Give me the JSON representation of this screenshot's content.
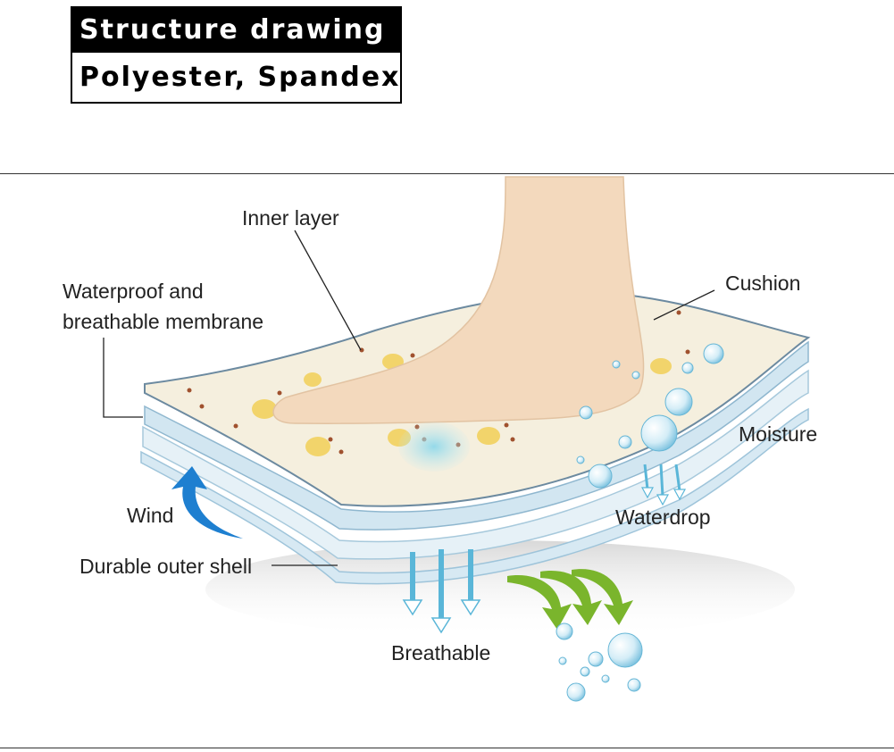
{
  "header": {
    "title": "Structure drawing",
    "subtitle": "Polyester, Spandex"
  },
  "labels": {
    "inner_layer": "Inner layer",
    "membrane_line1": "Waterproof and",
    "membrane_line2": "breathable membrane",
    "cushion": "Cushion",
    "moisture": "Moisture",
    "wind": "Wind",
    "waterdrop": "Waterdrop",
    "outer_shell": "Durable outer shell",
    "breathable": "Breathable"
  },
  "colors": {
    "title_bg": "#000000",
    "wind_arrow": "#1e7fd0",
    "green_arrow": "#7ab52c",
    "layer_blue": "#cfe3ef",
    "cushion": "#f3eddc",
    "foot": "#f3d9bd"
  }
}
